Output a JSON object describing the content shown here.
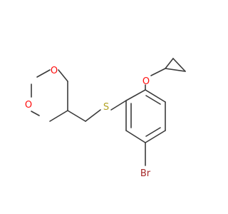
{
  "molecule": {
    "atoms": {
      "oxygen_upper": "O",
      "oxygen_lower": "O",
      "sulfur": "S",
      "oxygen_ether": "O",
      "bromine": "Br"
    }
  },
  "colors": {
    "bond": "#3a3a3a",
    "oxygen": "#ff0d0d",
    "sulfur": "#b2a223",
    "bromine": "#a62929"
  }
}
